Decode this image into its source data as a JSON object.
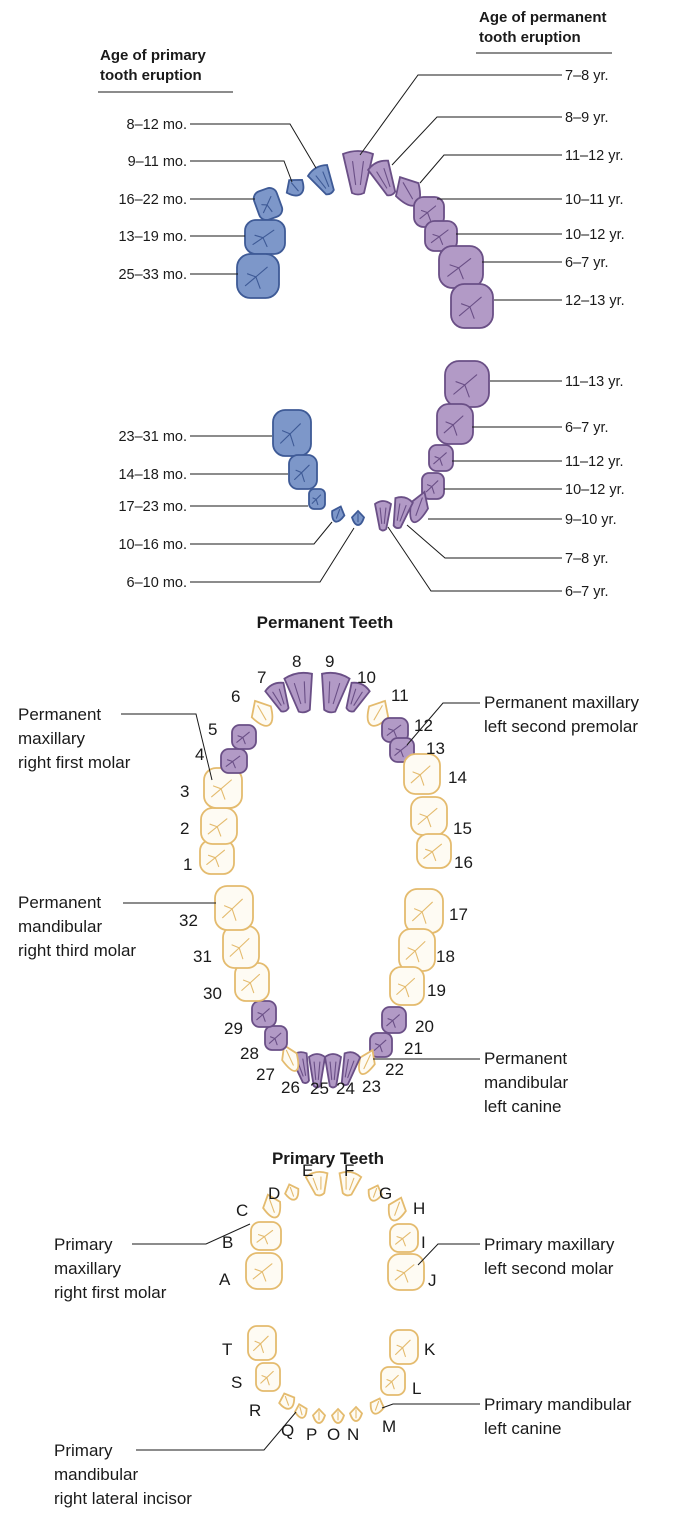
{
  "eruption": {
    "primary_heading": [
      "Age of primary",
      "tooth eruption"
    ],
    "permanent_heading": [
      "Age of permanent",
      "tooth eruption"
    ],
    "primary_upper": [
      "8–12 mo.",
      "9–11 mo.",
      "16–22 mo.",
      "13–19 mo.",
      "25–33 mo."
    ],
    "permanent_upper": [
      "7–8 yr.",
      "8–9 yr.",
      "11–12 yr.",
      "10–11 yr.",
      "10–12 yr.",
      "6–7 yr.",
      "12–13 yr."
    ],
    "primary_lower": [
      "23–31 mo.",
      "14–18 mo.",
      "17–23 mo.",
      "10–16 mo.",
      "6–10 mo."
    ],
    "permanent_lower": [
      "11–13 yr.",
      "6–7 yr.",
      "11–12 yr.",
      "10–12 yr.",
      "9–10 yr.",
      "7–8 yr.",
      "6–7 yr."
    ]
  },
  "permanent_chart": {
    "title": "Permanent Teeth",
    "numbers": [
      "1",
      "2",
      "3",
      "4",
      "5",
      "6",
      "7",
      "8",
      "9",
      "10",
      "11",
      "12",
      "13",
      "14",
      "15",
      "16",
      "17",
      "18",
      "19",
      "20",
      "21",
      "22",
      "23",
      "24",
      "25",
      "26",
      "27",
      "28",
      "29",
      "30",
      "31",
      "32"
    ],
    "callouts": {
      "maxillary_right_first_molar": [
        "Permanent",
        "maxillary",
        "right first molar"
      ],
      "maxillary_left_second_premolar": [
        "Permanent maxillary",
        "left second premolar"
      ],
      "mandibular_right_third_molar": [
        "Permanent",
        "mandibular",
        "right third molar"
      ],
      "mandibular_left_canine": [
        "Permanent",
        "mandibular",
        "left canine"
      ]
    }
  },
  "primary_chart": {
    "title": "Primary Teeth",
    "letters": [
      "A",
      "B",
      "C",
      "D",
      "E",
      "F",
      "G",
      "H",
      "I",
      "J",
      "K",
      "L",
      "M",
      "N",
      "O",
      "P",
      "Q",
      "R",
      "S",
      "T"
    ],
    "callouts": {
      "maxillary_right_first_molar": [
        "Primary",
        "maxillary",
        "right first molar"
      ],
      "maxillary_left_second_molar": [
        "Primary maxillary",
        "left second molar"
      ],
      "mandibular_left_canine": [
        "Primary mandibular",
        "left canine"
      ],
      "mandibular_right_lateral_incisor": [
        "Primary",
        "mandibular",
        "right lateral incisor"
      ]
    }
  },
  "colors": {
    "primary_fill": "#7d97c9",
    "primary_stroke": "#3e5a96",
    "permanent_fill": "#b29ac6",
    "permanent_stroke": "#6a4f86",
    "outline_fill": "#fefbf3",
    "outline_stroke": "#e4bb6e",
    "text": "#1a1a1a"
  }
}
